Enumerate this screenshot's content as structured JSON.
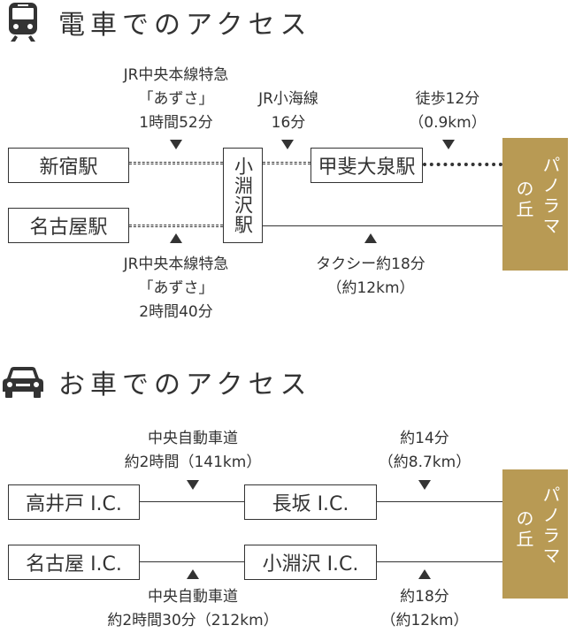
{
  "train": {
    "heading": "電車でのアクセス",
    "icon": "train-icon",
    "stations": {
      "shinjuku": "新宿駅",
      "nagoya": "名古屋駅",
      "kobuchizawa": "小淵沢駅",
      "kaioizumi": "甲斐大泉駅"
    },
    "destination": {
      "col1": "パノラマ",
      "col2": "の丘"
    },
    "route_shinjuku": {
      "line1": "JR中央本線特急",
      "line2": "「あずさ」",
      "line3": "1時間52分"
    },
    "route_koumi": {
      "line1": "JR小海線",
      "line2": "16分"
    },
    "route_walk": {
      "line1": "徒歩12分",
      "line2": "（0.9km）"
    },
    "route_nagoya": {
      "line1": "JR中央本線特急",
      "line2": "「あずさ」",
      "line3": "2時間40分"
    },
    "route_taxi": {
      "line1": "タクシー約18分",
      "line2": "（約12km）"
    }
  },
  "car": {
    "heading": "お車でのアクセス",
    "icon": "car-icon",
    "interchanges": {
      "takaido": "高井戸 I.C.",
      "nagasaka": "長坂 I.C.",
      "nagoya": "名古屋 I.C.",
      "kobuchizawa": "小淵沢 I.C."
    },
    "destination": {
      "col1": "パノラマ",
      "col2": "の丘"
    },
    "route_takaido": {
      "line1": "中央自動車道",
      "line2": "約2時間（141km）"
    },
    "route_nagasaka": {
      "line1": "約14分",
      "line2": "（約8.7km）"
    },
    "route_nagoya": {
      "line1": "中央自動車道",
      "line2": "約2時間30分（212km）"
    },
    "route_kobuchizawa": {
      "line1": "約18分",
      "line2": "（約12km）"
    }
  },
  "colors": {
    "accent": "#b89a54",
    "text": "#333333"
  }
}
